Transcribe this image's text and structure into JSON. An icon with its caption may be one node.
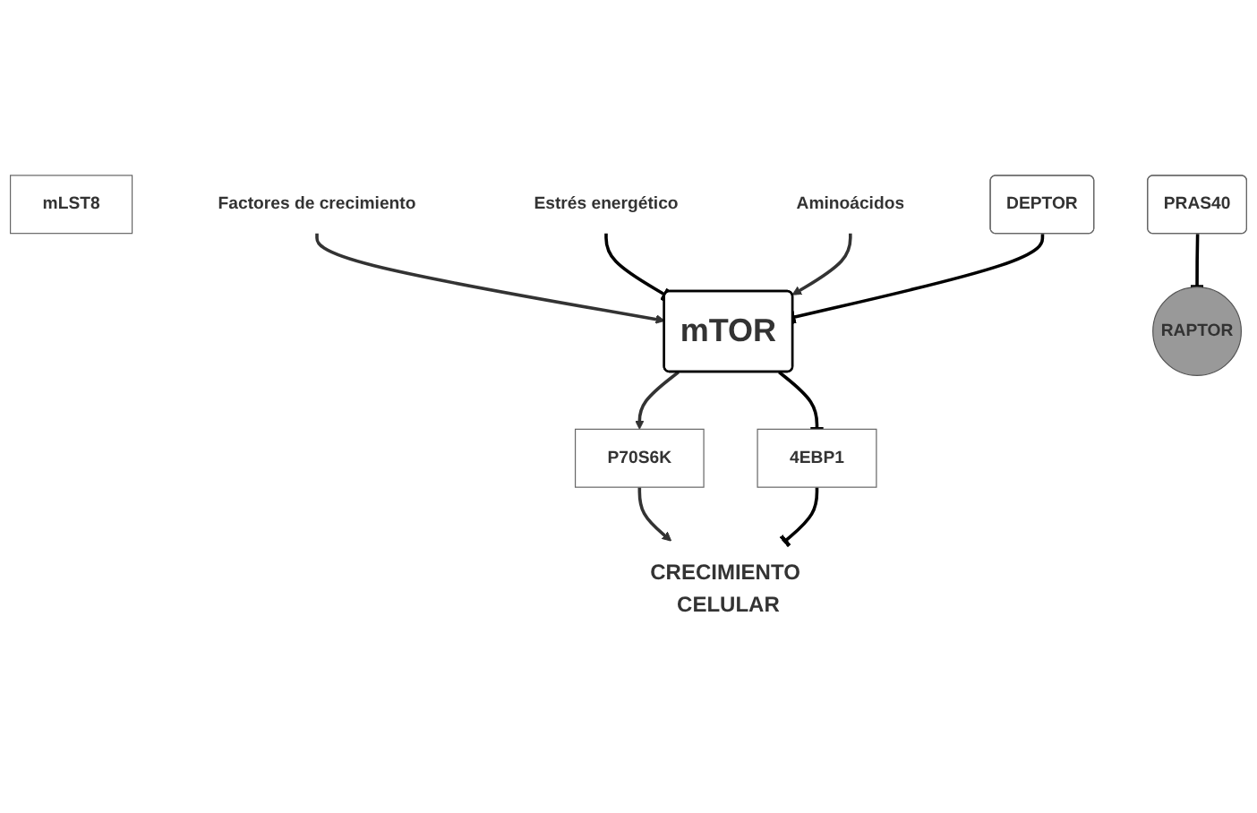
{
  "diagram": {
    "nodes": [
      {
        "text": [
          "mTOR"
        ]
      },
      {
        "text": [
          "mLST8"
        ]
      },
      {
        "text": [
          "RAPTOR"
        ]
      },
      {
        "text": [
          "PRAS40"
        ]
      },
      {
        "text": [
          "DEPTOR"
        ]
      },
      {
        "text": [
          "Factores de crecimiento"
        ]
      },
      {
        "text": [
          "Estrés energético"
        ]
      },
      {
        "text": [
          "Aminoácidos"
        ]
      },
      {
        "text": [
          "P70S6K"
        ]
      },
      {
        "text": [
          "4EBP1"
        ]
      },
      {
        "text": [
          "CRECIMIENTO CELULAR"
        ]
      }
    ],
    "edges": [
      {
        "from": 5,
        "to": 0,
        "arrow": "to"
      },
      {
        "from": 6,
        "to": 0,
        "arrow": "other"
      },
      {
        "from": 7,
        "to": 0,
        "arrow": "to"
      },
      {
        "from": 3,
        "to": 2,
        "arrow": "other"
      },
      {
        "from": 4,
        "to": 0,
        "arrow": "other"
      },
      {
        "from": 0,
        "to": 8,
        "arrow": "to"
      },
      {
        "from": 0,
        "to": 9,
        "arrow": "other"
      },
      {
        "from": 8,
        "to": 10,
        "arrow": "to"
      },
      {
        "from": 9,
        "to": 10,
        "arrow": "other"
      }
    ]
  }
}
